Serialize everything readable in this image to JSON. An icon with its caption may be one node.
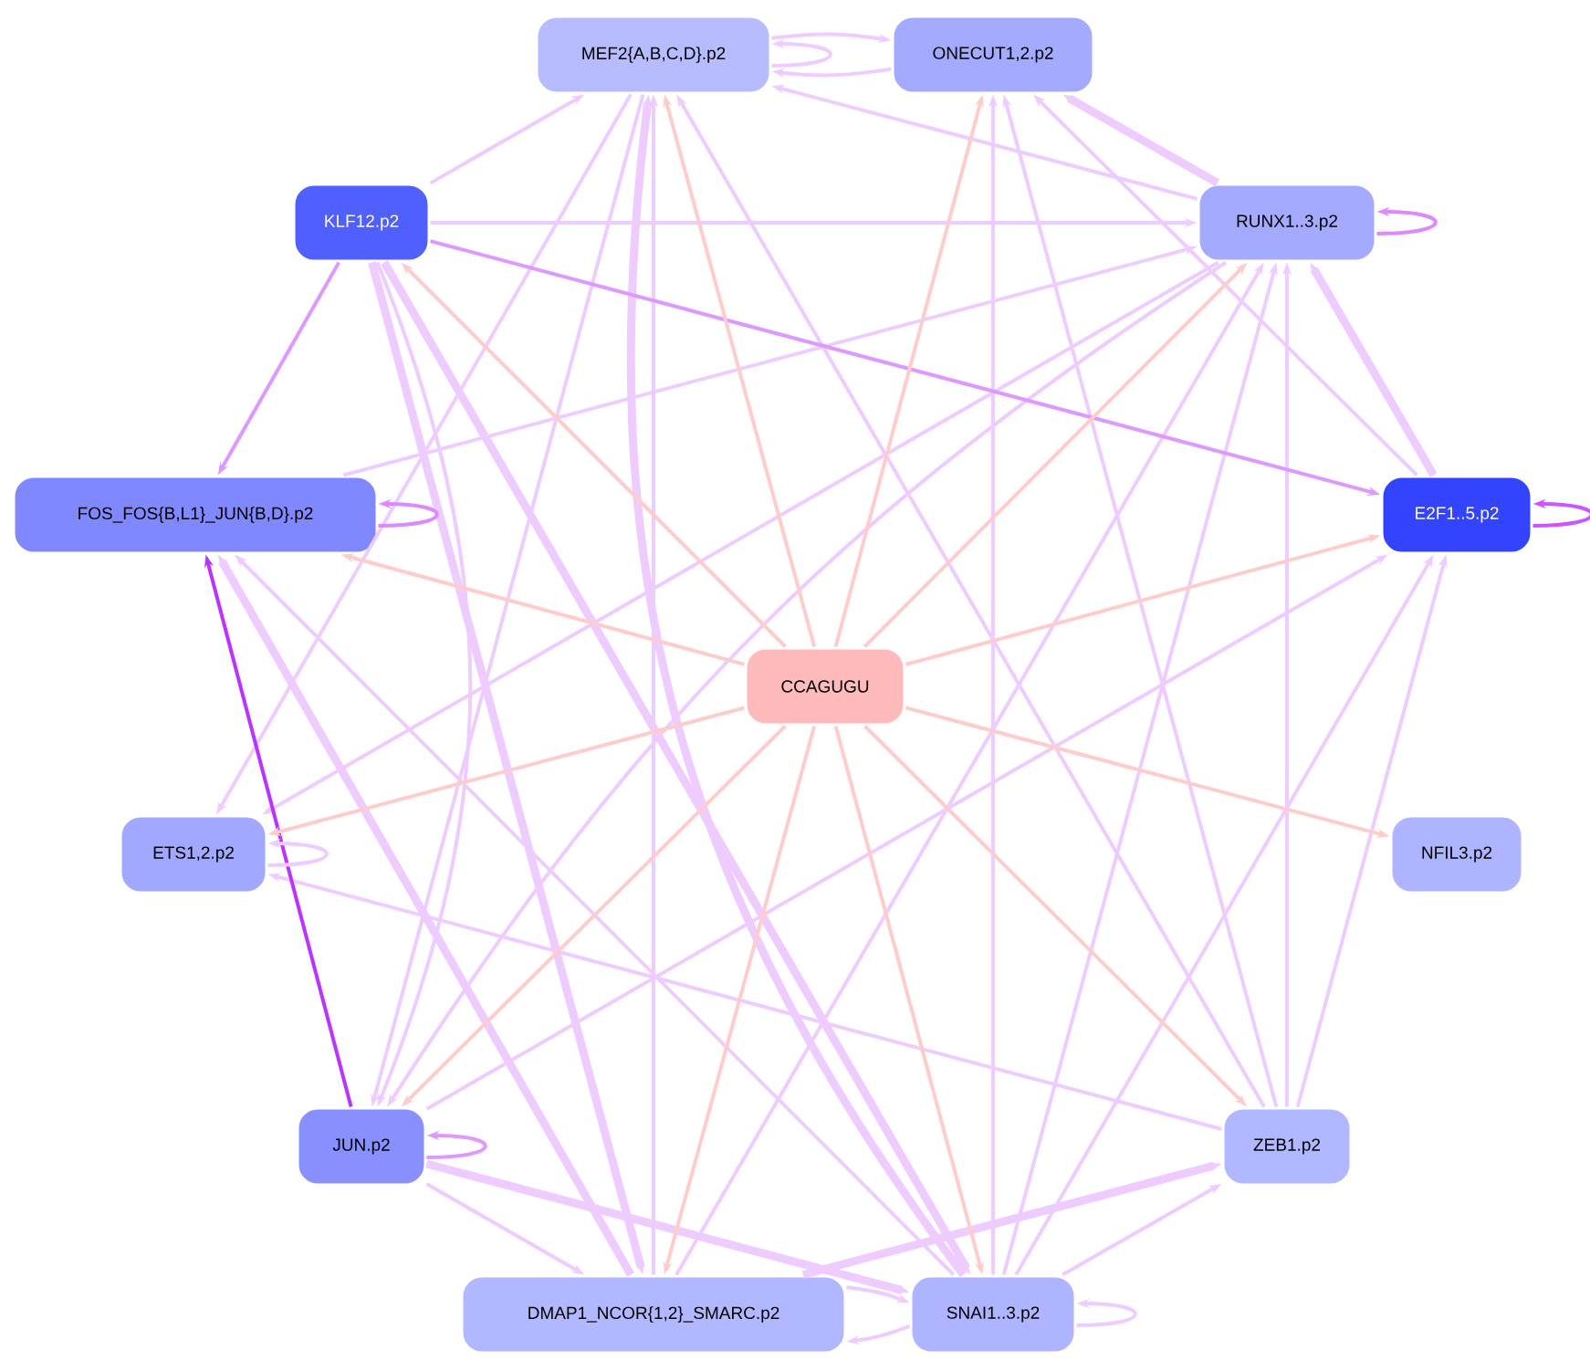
{
  "diagram": {
    "nodes": [
      {
        "text": [
          "MEF2{A,B,C,D}.p2"
        ]
      },
      {
        "text": [
          "ONECUT1,2.p2"
        ]
      },
      {
        "text": [
          "KLF12.p2"
        ]
      },
      {
        "text": [
          "RUNX1..3.p2"
        ]
      },
      {
        "text": [
          "FOS_FOS{B,L1}_JUN{B,D}.p2"
        ]
      },
      {
        "text": [
          "E2F1..5.p2"
        ]
      },
      {
        "text": [
          "CCAGUGU"
        ]
      },
      {
        "text": [
          "ETS1,2.p2"
        ]
      },
      {
        "text": [
          "NFIL3.p2"
        ]
      },
      {
        "text": [
          "JUN.p2"
        ]
      },
      {
        "text": [
          "ZEB1.p2"
        ]
      },
      {
        "text": [
          "DMAP1_NCOR{1,2}_SMARC.p2"
        ]
      },
      {
        "text": [
          "SNAI1..3.p2"
        ]
      }
    ],
    "edges": [
      {
        "from": 6,
        "to": 0,
        "arrow": "to",
        "color": "#ffcccc"
      },
      {
        "from": 6,
        "to": 1,
        "arrow": "to",
        "color": "#ffcccc"
      },
      {
        "from": 6,
        "to": 2,
        "arrow": "to",
        "color": "#ffcccc"
      },
      {
        "from": 6,
        "to": 3,
        "arrow": "to",
        "color": "#ffcccc"
      },
      {
        "from": 6,
        "to": 4,
        "arrow": "to",
        "color": "#ffcccc"
      },
      {
        "from": 6,
        "to": 5,
        "arrow": "to",
        "color": "#ffcccc"
      },
      {
        "from": 6,
        "to": 7,
        "arrow": "to",
        "color": "#ffcccc"
      },
      {
        "from": 6,
        "to": 8,
        "arrow": "to",
        "color": "#ffcccc"
      },
      {
        "from": 6,
        "to": 9,
        "arrow": "to",
        "color": "#ffcccc"
      },
      {
        "from": 6,
        "to": 10,
        "arrow": "to",
        "color": "#ffcccc"
      },
      {
        "from": 6,
        "to": 11,
        "arrow": "to",
        "color": "#ffcccc"
      },
      {
        "from": 6,
        "to": 12,
        "arrow": "to",
        "color": "#ffcccc"
      },
      {
        "from": 0,
        "to": 0,
        "arrow": "to"
      },
      {
        "from": 1,
        "to": 0,
        "arrow": "to"
      },
      {
        "from": 0,
        "to": 1,
        "arrow": "to"
      },
      {
        "from": 3,
        "to": 3,
        "arrow": "to",
        "color": "#dd88ff"
      },
      {
        "from": 4,
        "to": 4,
        "arrow": "to",
        "color": "#dd88ff"
      },
      {
        "from": 5,
        "to": 5,
        "arrow": "to",
        "color": "#cc55ff"
      },
      {
        "from": 7,
        "to": 7,
        "arrow": "to"
      },
      {
        "from": 9,
        "to": 9,
        "arrow": "to",
        "color": "#dd99ff"
      },
      {
        "from": 12,
        "to": 12,
        "arrow": "to"
      },
      {
        "from": 2,
        "to": 0,
        "arrow": "to"
      },
      {
        "from": 2,
        "to": 4,
        "arrow": "to",
        "color": "#dd99ff"
      },
      {
        "from": 2,
        "to": 3,
        "arrow": "to"
      },
      {
        "from": 2,
        "to": 5,
        "arrow": "to",
        "color": "#dd99ff"
      },
      {
        "from": 3,
        "to": 0,
        "arrow": "to"
      },
      {
        "from": 3,
        "to": 1,
        "arrow": "to",
        "style": "thick"
      },
      {
        "from": 5,
        "to": 3,
        "arrow": "to",
        "style": "thick"
      },
      {
        "from": 5,
        "to": 1,
        "arrow": "to"
      },
      {
        "from": 4,
        "to": 3,
        "arrow": "to"
      },
      {
        "from": 11,
        "to": 4,
        "arrow": "to",
        "style": "thick"
      },
      {
        "from": 9,
        "to": 4,
        "arrow": "to",
        "color": "#bb33ff"
      },
      {
        "from": 12,
        "to": 4,
        "arrow": "to"
      },
      {
        "from": 2,
        "to": 12,
        "arrow": "to",
        "style": "thick"
      },
      {
        "from": 2,
        "to": 11,
        "arrow": "to",
        "style": "thick"
      },
      {
        "from": 2,
        "to": 9,
        "arrow": "to"
      },
      {
        "from": 11,
        "to": 0,
        "arrow": "to"
      },
      {
        "from": 12,
        "to": 0,
        "arrow": "to",
        "style": "thick"
      },
      {
        "from": 10,
        "to": 0,
        "arrow": "to"
      },
      {
        "from": 0,
        "to": 7,
        "arrow": "to"
      },
      {
        "from": 0,
        "to": 9,
        "arrow": "to"
      },
      {
        "from": 3,
        "to": 7,
        "arrow": "to"
      },
      {
        "from": 3,
        "to": 9,
        "arrow": "to"
      },
      {
        "from": 11,
        "to": 3,
        "arrow": "to"
      },
      {
        "from": 12,
        "to": 3,
        "arrow": "to"
      },
      {
        "from": 10,
        "to": 3,
        "arrow": "to"
      },
      {
        "from": 10,
        "to": 1,
        "arrow": "to"
      },
      {
        "from": 12,
        "to": 1,
        "arrow": "to"
      },
      {
        "from": 10,
        "to": 7,
        "arrow": "to"
      },
      {
        "from": 9,
        "to": 12,
        "arrow": "to",
        "style": "thick"
      },
      {
        "from": 9,
        "to": 11,
        "arrow": "to"
      },
      {
        "from": 9,
        "to": 5,
        "arrow": "to"
      },
      {
        "from": 10,
        "to": 5,
        "arrow": "to"
      },
      {
        "from": 12,
        "to": 5,
        "arrow": "to"
      },
      {
        "from": 11,
        "to": 12,
        "arrow": "to"
      },
      {
        "from": 12,
        "to": 11,
        "arrow": "to"
      },
      {
        "from": 12,
        "to": 10,
        "arrow": "to"
      },
      {
        "from": 11,
        "to": 10,
        "arrow": "to",
        "style": "thick"
      }
    ]
  }
}
